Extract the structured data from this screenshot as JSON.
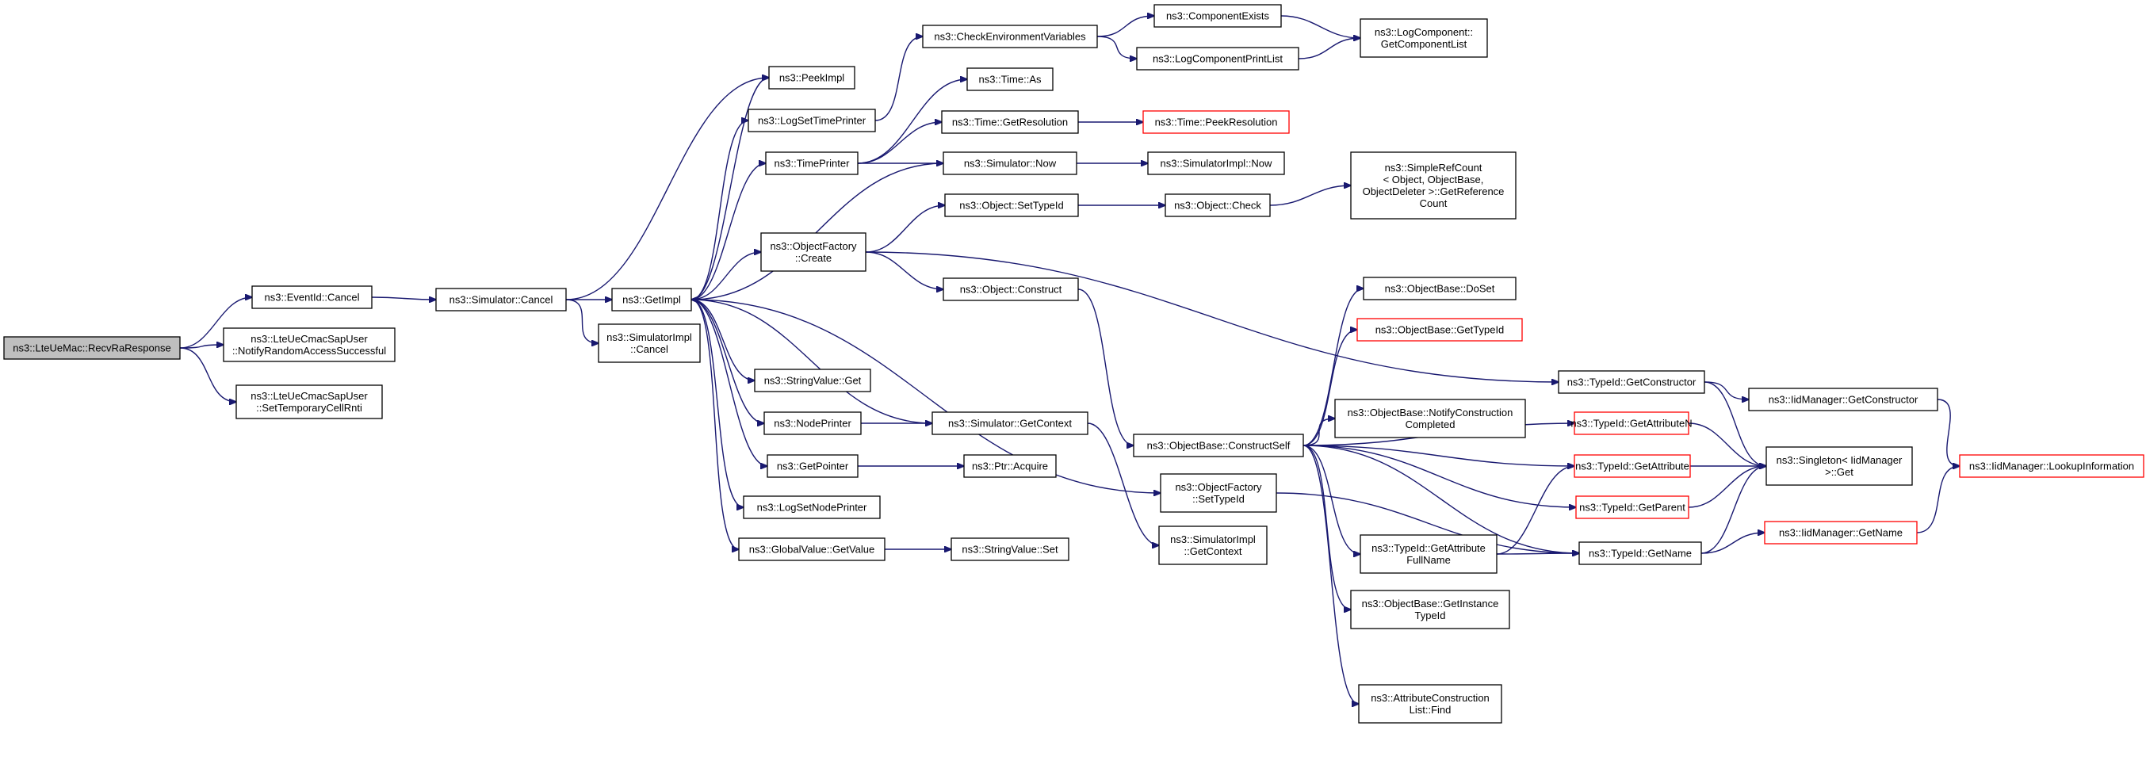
{
  "diagram": {
    "type": "call-graph",
    "colors": {
      "edge": "#191970",
      "border": "#000000",
      "highlight_border": "#ff0000",
      "root_fill": "#bfbfbf"
    },
    "nodes": [
      {
        "id": "recv",
        "lines": [
          "ns3::LteUeMac::RecvRaResponse"
        ],
        "root": true
      },
      {
        "id": "eventcancel",
        "lines": [
          "ns3::EventId::Cancel"
        ]
      },
      {
        "id": "notify",
        "lines": [
          "ns3::LteUeCmacSapUser",
          "::NotifyRandomAccessSuccessful"
        ]
      },
      {
        "id": "settemp",
        "lines": [
          "ns3::LteUeCmacSapUser",
          "::SetTemporaryCellRnti"
        ]
      },
      {
        "id": "simcancel",
        "lines": [
          "ns3::Simulator::Cancel"
        ]
      },
      {
        "id": "simimplcancel",
        "lines": [
          "ns3::SimulatorImpl",
          "::Cancel"
        ]
      },
      {
        "id": "getimpl",
        "lines": [
          "ns3::GetImpl"
        ]
      },
      {
        "id": "peekimpl",
        "lines": [
          "ns3::PeekImpl"
        ]
      },
      {
        "id": "logsettime",
        "lines": [
          "ns3::LogSetTimePrinter"
        ]
      },
      {
        "id": "timeprinter",
        "lines": [
          "ns3::TimePrinter"
        ]
      },
      {
        "id": "objfactcreate",
        "lines": [
          "ns3::ObjectFactory",
          "::Create"
        ]
      },
      {
        "id": "strget",
        "lines": [
          "ns3::StringValue::Get"
        ]
      },
      {
        "id": "nodeprinter",
        "lines": [
          "ns3::NodePrinter"
        ]
      },
      {
        "id": "getpointer",
        "lines": [
          "ns3::GetPointer"
        ]
      },
      {
        "id": "logsetnode",
        "lines": [
          "ns3::LogSetNodePrinter"
        ]
      },
      {
        "id": "gvget",
        "lines": [
          "ns3::GlobalValue::GetValue"
        ]
      },
      {
        "id": "checkenv",
        "lines": [
          "ns3::CheckEnvironmentVariables"
        ]
      },
      {
        "id": "timeas",
        "lines": [
          "ns3::Time::As"
        ]
      },
      {
        "id": "timegetres",
        "lines": [
          "ns3::Time::GetResolution"
        ]
      },
      {
        "id": "simnow",
        "lines": [
          "ns3::Simulator::Now"
        ]
      },
      {
        "id": "objsettype",
        "lines": [
          "ns3::Object::SetTypeId"
        ]
      },
      {
        "id": "objconstruct",
        "lines": [
          "ns3::Object::Construct"
        ]
      },
      {
        "id": "simgetctx",
        "lines": [
          "ns3::Simulator::GetContext"
        ]
      },
      {
        "id": "ptracq",
        "lines": [
          "ns3::Ptr::Acquire"
        ]
      },
      {
        "id": "strset",
        "lines": [
          "ns3::StringValue::Set"
        ]
      },
      {
        "id": "compexists",
        "lines": [
          "ns3::ComponentExists"
        ]
      },
      {
        "id": "logcompprint",
        "lines": [
          "ns3::LogComponentPrintList"
        ]
      },
      {
        "id": "timepeekres",
        "lines": [
          "ns3::Time::PeekResolution"
        ],
        "red": true
      },
      {
        "id": "simimplnow",
        "lines": [
          "ns3::SimulatorImpl::Now"
        ]
      },
      {
        "id": "objcheck",
        "lines": [
          "ns3::Object::Check"
        ]
      },
      {
        "id": "objbasecs",
        "lines": [
          "ns3::ObjectBase::ConstructSelf"
        ]
      },
      {
        "id": "objfactset",
        "lines": [
          "ns3::ObjectFactory",
          "::SetTypeId"
        ]
      },
      {
        "id": "simimplctx",
        "lines": [
          "ns3::SimulatorImpl",
          "::GetContext"
        ]
      },
      {
        "id": "logcompget",
        "lines": [
          "ns3::LogComponent::",
          "GetComponentList"
        ]
      },
      {
        "id": "simplerefcount",
        "lines": [
          "ns3::SimpleRefCount",
          "< Object, ObjectBase,",
          "ObjectDeleter >::GetReference",
          "Count"
        ]
      },
      {
        "id": "doset",
        "lines": [
          "ns3::ObjectBase::DoSet"
        ]
      },
      {
        "id": "getinsttype",
        "lines": [
          "ns3::ObjectBase::GetTypeId"
        ],
        "red": true
      },
      {
        "id": "notifyconst",
        "lines": [
          "ns3::ObjectBase::NotifyConstruction",
          "Completed"
        ]
      },
      {
        "id": "getattrfull",
        "lines": [
          "ns3::TypeId::GetAttribute",
          "FullName"
        ]
      },
      {
        "id": "getinsttid",
        "lines": [
          "ns3::ObjectBase::GetInstance",
          "TypeId"
        ]
      },
      {
        "id": "attrfind",
        "lines": [
          "ns3::AttributeConstruction",
          "List::Find"
        ]
      },
      {
        "id": "tidgetctor",
        "lines": [
          "ns3::TypeId::GetConstructor"
        ]
      },
      {
        "id": "tidgetattrn",
        "lines": [
          "ns3::TypeId::GetAttributeN"
        ],
        "red": true
      },
      {
        "id": "tidgetattr",
        "lines": [
          "ns3::TypeId::GetAttribute"
        ],
        "red": true
      },
      {
        "id": "tidgetparent",
        "lines": [
          "ns3::TypeId::GetParent"
        ],
        "red": true
      },
      {
        "id": "tidgetname",
        "lines": [
          "ns3::TypeId::GetName"
        ]
      },
      {
        "id": "iidgetctor",
        "lines": [
          "ns3::IidManager::GetConstructor"
        ]
      },
      {
        "id": "singleton",
        "lines": [
          "ns3::Singleton< IidManager",
          ">::Get"
        ]
      },
      {
        "id": "iidgetname",
        "lines": [
          "ns3::IidManager::GetName"
        ],
        "red": true
      },
      {
        "id": "iidlookup",
        "lines": [
          "ns3::IidManager::LookupInformation"
        ],
        "red": true
      }
    ],
    "edges": [
      [
        "recv",
        "eventcancel"
      ],
      [
        "recv",
        "notify"
      ],
      [
        "recv",
        "settemp"
      ],
      [
        "eventcancel",
        "simcancel"
      ],
      [
        "simcancel",
        "peekimpl"
      ],
      [
        "simcancel",
        "getimpl"
      ],
      [
        "simcancel",
        "simimplcancel"
      ],
      [
        "getimpl",
        "peekimpl"
      ],
      [
        "getimpl",
        "logsettime"
      ],
      [
        "getimpl",
        "timeprinter"
      ],
      [
        "getimpl",
        "objfactcreate"
      ],
      [
        "getimpl",
        "strget"
      ],
      [
        "getimpl",
        "nodeprinter"
      ],
      [
        "getimpl",
        "getpointer"
      ],
      [
        "getimpl",
        "logsetnode"
      ],
      [
        "getimpl",
        "gvget"
      ],
      [
        "getimpl",
        "objfactset"
      ],
      [
        "logsettime",
        "checkenv"
      ],
      [
        "checkenv",
        "compexists"
      ],
      [
        "checkenv",
        "logcompprint"
      ],
      [
        "compexists",
        "logcompget"
      ],
      [
        "logcompprint",
        "logcompget"
      ],
      [
        "timeprinter",
        "timeas"
      ],
      [
        "timeprinter",
        "timegetres"
      ],
      [
        "timeprinter",
        "simnow"
      ],
      [
        "timegetres",
        "timepeekres"
      ],
      [
        "simnow",
        "getimpl"
      ],
      [
        "simnow",
        "simimplnow"
      ],
      [
        "objfactcreate",
        "objsettype"
      ],
      [
        "objfactcreate",
        "objconstruct"
      ],
      [
        "objfactcreate",
        "tidgetctor"
      ],
      [
        "objsettype",
        "objcheck"
      ],
      [
        "objcheck",
        "simplerefcount"
      ],
      [
        "objconstruct",
        "objbasecs"
      ],
      [
        "nodeprinter",
        "simgetctx"
      ],
      [
        "simgetctx",
        "getimpl"
      ],
      [
        "simgetctx",
        "simimplctx"
      ],
      [
        "getpointer",
        "ptracq"
      ],
      [
        "gvget",
        "strset"
      ],
      [
        "objbasecs",
        "doset"
      ],
      [
        "objbasecs",
        "getinsttype"
      ],
      [
        "objbasecs",
        "tidgetattrn"
      ],
      [
        "objbasecs",
        "notifyconst"
      ],
      [
        "objbasecs",
        "tidgetattr"
      ],
      [
        "objbasecs",
        "tidgetparent"
      ],
      [
        "objbasecs",
        "getattrfull"
      ],
      [
        "objbasecs",
        "getinsttid"
      ],
      [
        "objbasecs",
        "attrfind"
      ],
      [
        "objbasecs",
        "tidgetname"
      ],
      [
        "objfactset",
        "tidgetname"
      ],
      [
        "getattrfull",
        "tidgetattr"
      ],
      [
        "getattrfull",
        "tidgetname"
      ],
      [
        "tidgetctor",
        "iidgetctor"
      ],
      [
        "tidgetctor",
        "singleton"
      ],
      [
        "tidgetattrn",
        "singleton"
      ],
      [
        "tidgetattr",
        "singleton"
      ],
      [
        "tidgetparent",
        "singleton"
      ],
      [
        "tidgetname",
        "singleton"
      ],
      [
        "tidgetname",
        "iidgetname"
      ],
      [
        "iidgetctor",
        "iidlookup"
      ],
      [
        "iidgetname",
        "iidlookup"
      ]
    ]
  }
}
